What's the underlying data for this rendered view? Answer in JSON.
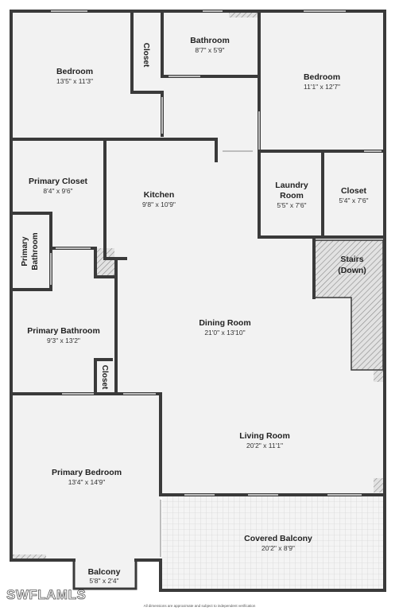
{
  "rooms": {
    "bedroom_1": {
      "name": "Bedroom",
      "dims": "13'5\" x 11'3\""
    },
    "closet_1": {
      "name": "Closet"
    },
    "bathroom_1": {
      "name": "Bathroom",
      "dims": "8'7\" x 5'9\""
    },
    "bedroom_2": {
      "name": "Bedroom",
      "dims": "11'1\" x 12'7\""
    },
    "primary_closet": {
      "name": "Primary Closet",
      "dims": "8'4\" x 9'6\""
    },
    "kitchen": {
      "name": "Kitchen",
      "dims": "9'8\" x 10'9\""
    },
    "laundry": {
      "name_line1": "Laundry",
      "name_line2": "Room",
      "dims": "5'5\" x 7'6\""
    },
    "closet_2": {
      "name": "Closet",
      "dims": "5'4\" x 7'6\""
    },
    "primary_bath_small": {
      "name_line1": "Primary",
      "name_line2": "Bathroom"
    },
    "stairs": {
      "name_line1": "Stairs",
      "name_line2": "(Down)"
    },
    "dining": {
      "name": "Dining Room",
      "dims": "21'0\" x 13'10\""
    },
    "primary_bathroom": {
      "name": "Primary Bathroom",
      "dims": "9'3\" x 13'2\""
    },
    "closet_3": {
      "name": "Closet"
    },
    "living": {
      "name": "Living Room",
      "dims": "20'2\" x 11'1\""
    },
    "primary_bedroom": {
      "name": "Primary Bedroom",
      "dims": "13'4\" x 14'9\""
    },
    "covered_balcony": {
      "name": "Covered Balcony",
      "dims": "20'2\" x 8'9\""
    },
    "balcony": {
      "name": "Balcony",
      "dims": "5'8\" x 2'4\""
    }
  },
  "footer_note": "All dimensions are approximate and subject to independent verification",
  "watermark": "SWFLAMLS",
  "colors": {
    "wall": "#3a3a3a",
    "floor": "#f2f2f2",
    "hatch": "#9a9a9a",
    "window": "#bdbdbd"
  }
}
